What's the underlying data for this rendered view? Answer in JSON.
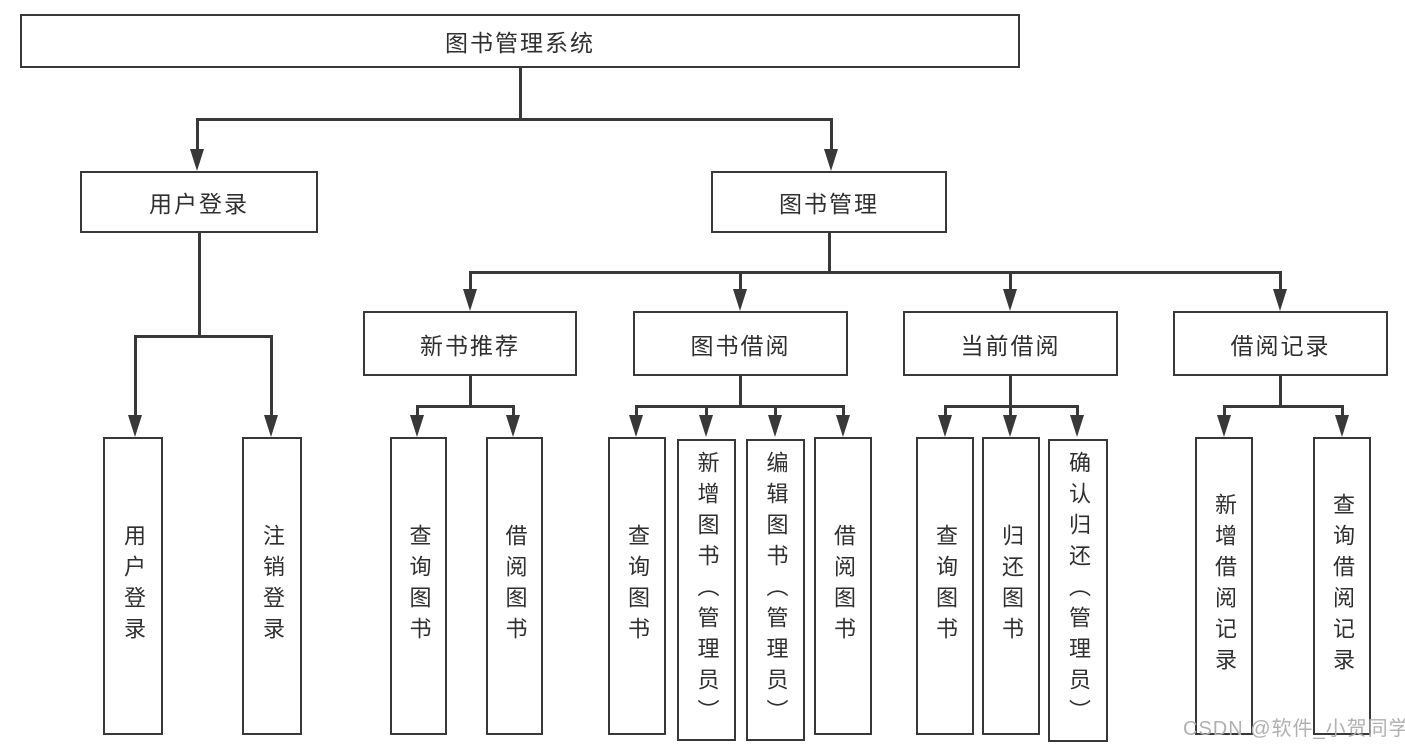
{
  "title": {
    "label": "图书管理系统"
  },
  "level2": {
    "user_login_group": "用户登录",
    "book_management": "图书管理"
  },
  "level3": {
    "new_book_recommend": "新书推荐",
    "book_borrow": "图书借阅",
    "current_borrow": "当前借阅",
    "borrow_record": "借阅记录"
  },
  "leaves": {
    "user_login": "用户登录",
    "logout": "注销登录",
    "nb_search_book": "查询图书",
    "nb_borrow_book": "借阅图书",
    "bb_search_book": "查询图书",
    "bb_add_book": "新增图书（管理员）",
    "bb_edit_book": "编辑图书（管理员）",
    "bb_borrow_book": "借阅图书",
    "cb_search_book": "查询图书",
    "cb_return_book": "归还图书",
    "cb_confirm_return": "确认归还（管理员）",
    "br_add_record": "新增借阅记录",
    "br_search_record": "查询借阅记录"
  },
  "watermark": "CSDN @软件_小贺同学",
  "colors": {
    "line": "#383838",
    "text": "#2f2f2f",
    "watermark": "#b0b0b0",
    "background": "#ffffff"
  }
}
